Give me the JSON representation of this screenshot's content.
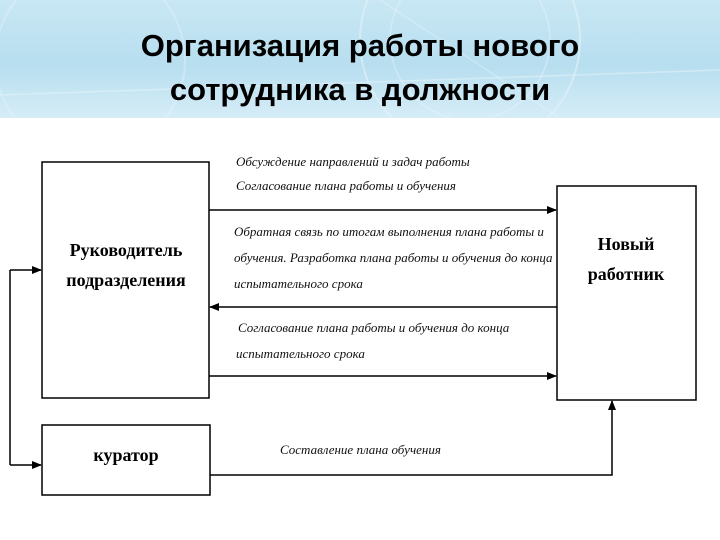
{
  "header": {
    "title_line1": "Организация работы нового",
    "title_line2": "сотрудника в должности"
  },
  "boxes": {
    "manager_line1": "Руководитель",
    "manager_line2": "подразделения",
    "new_employee_line1": "Новый",
    "new_employee_line2": "работник",
    "curator": "куратор"
  },
  "arrow_labels": {
    "discussion_line1": "Обсуждение направлений и задач работы",
    "discussion_line2": "Согласование  плана работы и обучения",
    "feedback_line1": "Обратная связь  по итогам  выполнения плана работы и",
    "feedback_line2": "обучения.  Разработка плана работы и обучения до конца",
    "feedback_line3": "испытательного срока",
    "agreement_line1": "Согласование  плана  работы и обучения до конца",
    "agreement_line2": "испытательного срока",
    "training_plan": "Составление плана  обучения"
  },
  "colors": {
    "banner": "#bfe2f1",
    "lines": "#000000",
    "title": "#000000"
  }
}
